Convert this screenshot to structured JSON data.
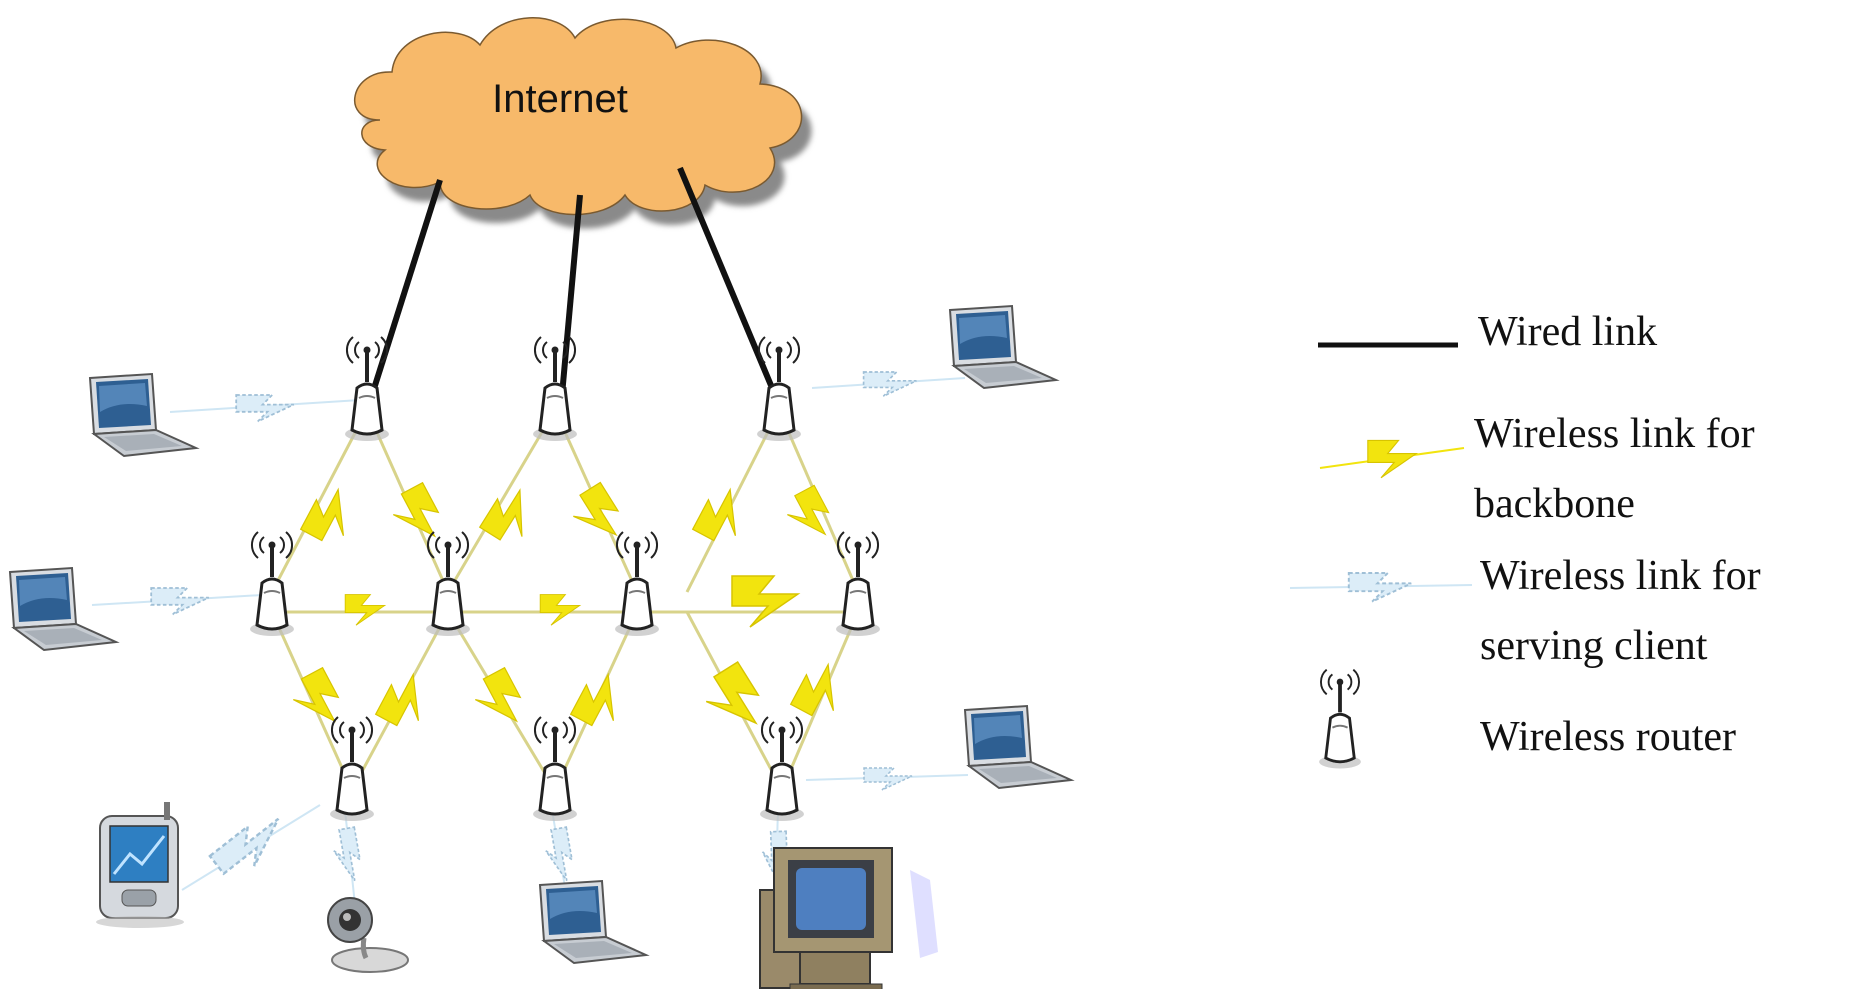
{
  "cloud": {
    "label": "Internet"
  },
  "legend": {
    "wired": "Wired link",
    "backbone_line1": "Wireless link for",
    "backbone_line2": "backbone",
    "client_line1": "Wireless link for",
    "client_line2": "serving client",
    "router": "Wireless router"
  },
  "colors": {
    "cloud_fill": "#f7b96a",
    "cloud_shadow": "#8a8a8a",
    "wired": "#111111",
    "backbone": "#f2e40e",
    "client": "#cfe6f4",
    "router_body": "#ffffff",
    "text": "#111111"
  },
  "icons": [
    "cloud-icon",
    "wireless-router-icon",
    "laptop-icon",
    "pda-icon",
    "webcam-icon",
    "desktop-computer-icon"
  ]
}
